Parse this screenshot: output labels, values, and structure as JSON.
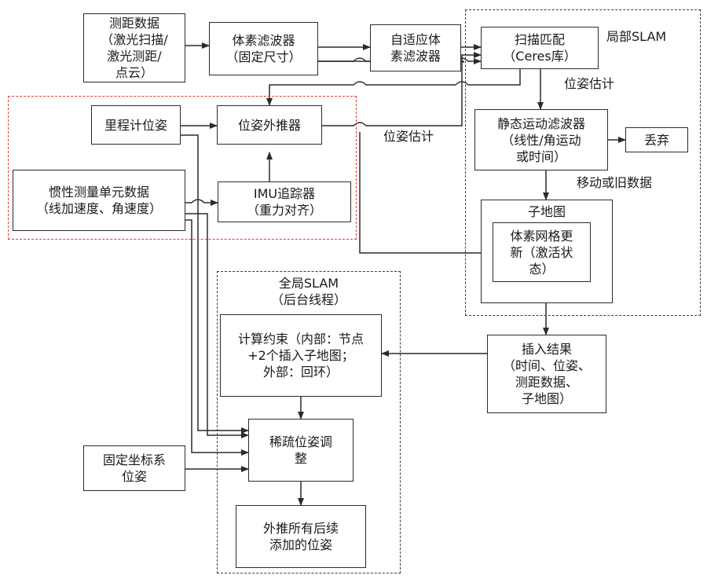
{
  "nodes": {
    "ranging": "测距数据\n（激光扫描/\n激光测距/\n点云）",
    "voxel_filter": "体素滤波器\n（固定尺寸）",
    "adaptive_filter": "自适应体\n素滤波器",
    "scan_match": "扫描匹配\n（Ceres库）",
    "odometry": "里程计位姿",
    "pose_extrapolator": "位姿外推器",
    "imu_data": "惯性测量单元数据\n（线加速度、角速度）",
    "imu_tracker": "IMU追踪器\n（重力对齐）",
    "motion_filter": "静态运动滤波器\n（线性/角运动\n或时间）",
    "discard": "丢弃",
    "submap": "子地图",
    "voxel_grid_update": "体素网格更\n新（激活状\n态）",
    "insert_result": "插入结果\n（时间、位姿、\n测距数据、\n子地图）",
    "compute_constraints": "计算约束（内部：节点\n+2个插入子地图；\n外部：回环）",
    "sparse_pose": "稀疏位姿调\n整",
    "fixed_frame": "固定坐标系\n位姿",
    "extrapolate_all": "外推所有后续\n添加的位姿"
  },
  "labels": {
    "local_slam": "局部SLAM",
    "global_slam": "全局SLAM\n（后台线程）",
    "pose_estimate_right": "位姿估计",
    "pose_estimate_mid": "位姿估计",
    "moving_or_old": "移动或旧数据"
  },
  "colors": {
    "line": "#2b2b2b",
    "red_dash": "#e03a3a",
    "region_dash": "#3a3a4a"
  }
}
